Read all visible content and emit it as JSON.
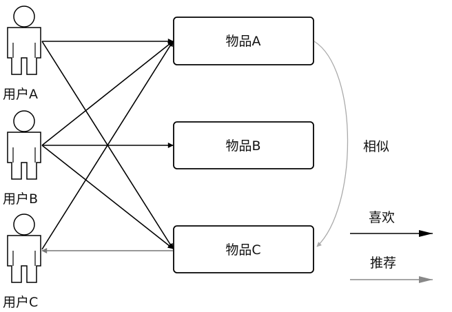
{
  "users": [
    {
      "id": "A",
      "label": "用户A"
    },
    {
      "id": "B",
      "label": "用户B"
    },
    {
      "id": "C",
      "label": "用户C"
    }
  ],
  "items": [
    {
      "id": "A",
      "label": "物品A"
    },
    {
      "id": "B",
      "label": "物品B"
    },
    {
      "id": "C",
      "label": "物品C"
    }
  ],
  "likes": [
    {
      "user": "A",
      "item": "A"
    },
    {
      "user": "A",
      "item": "C"
    },
    {
      "user": "B",
      "item": "A"
    },
    {
      "user": "B",
      "item": "B"
    },
    {
      "user": "B",
      "item": "C"
    },
    {
      "user": "C",
      "item": "A"
    }
  ],
  "recommendations": [
    {
      "item": "C",
      "user": "C"
    }
  ],
  "similarity": {
    "from": "A",
    "to": "C",
    "label": "相似"
  },
  "legend": {
    "like_label": "喜欢",
    "recommend_label": "推荐"
  },
  "colors": {
    "like": "#000000",
    "recommend": "#777777",
    "similar": "#aaaaaa"
  }
}
